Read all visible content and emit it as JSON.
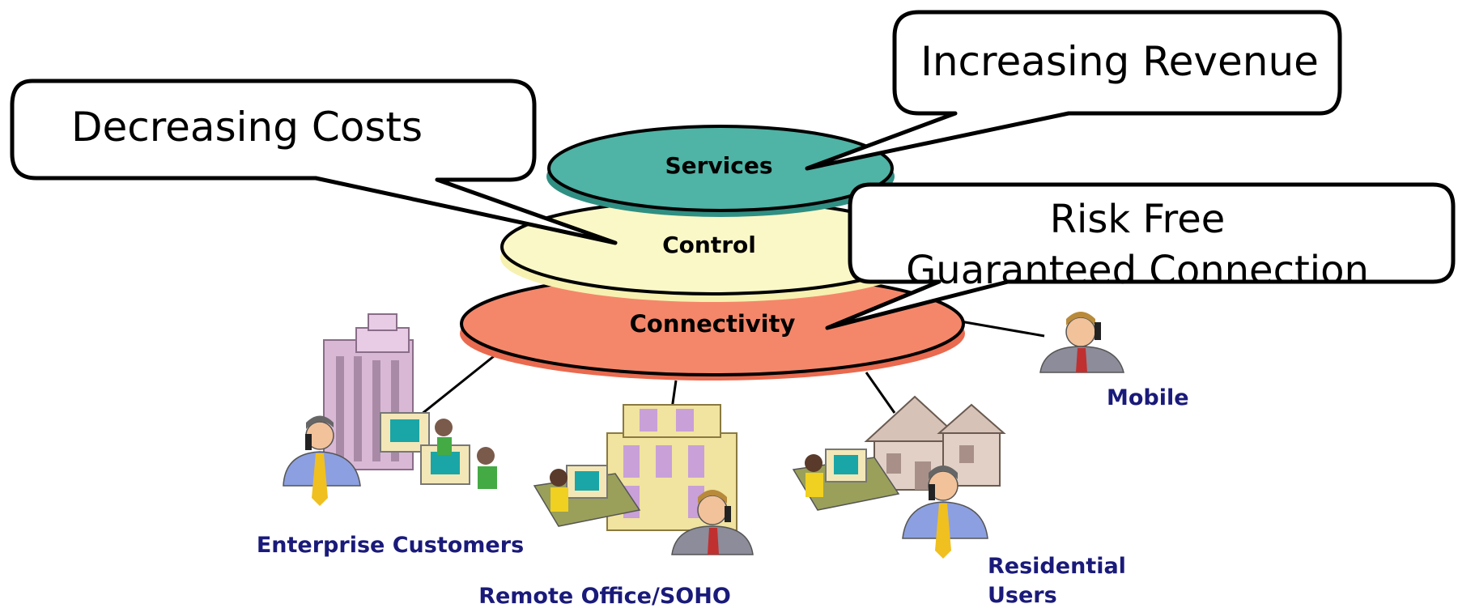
{
  "callouts": {
    "decreasing_costs": "Decreasing Costs",
    "increasing_revenue": "Increasing Revenue",
    "risk_free_line1": "Risk Free",
    "risk_free_line2": "Guaranteed Connection"
  },
  "layers": {
    "services": "Services",
    "control": "Control",
    "connectivity": "Connectivity"
  },
  "segments": {
    "enterprise": "Enterprise Customers",
    "remote_office": "Remote Office/SOHO",
    "residential_line1": "Residential",
    "residential_line2": "Users",
    "mobile": "Mobile"
  },
  "colors": {
    "services_fill": "#4fb3a5",
    "control_fill": "#fbf8c8",
    "connectivity_fill": "#f4876a",
    "segment_text": "#1a1a7a"
  }
}
